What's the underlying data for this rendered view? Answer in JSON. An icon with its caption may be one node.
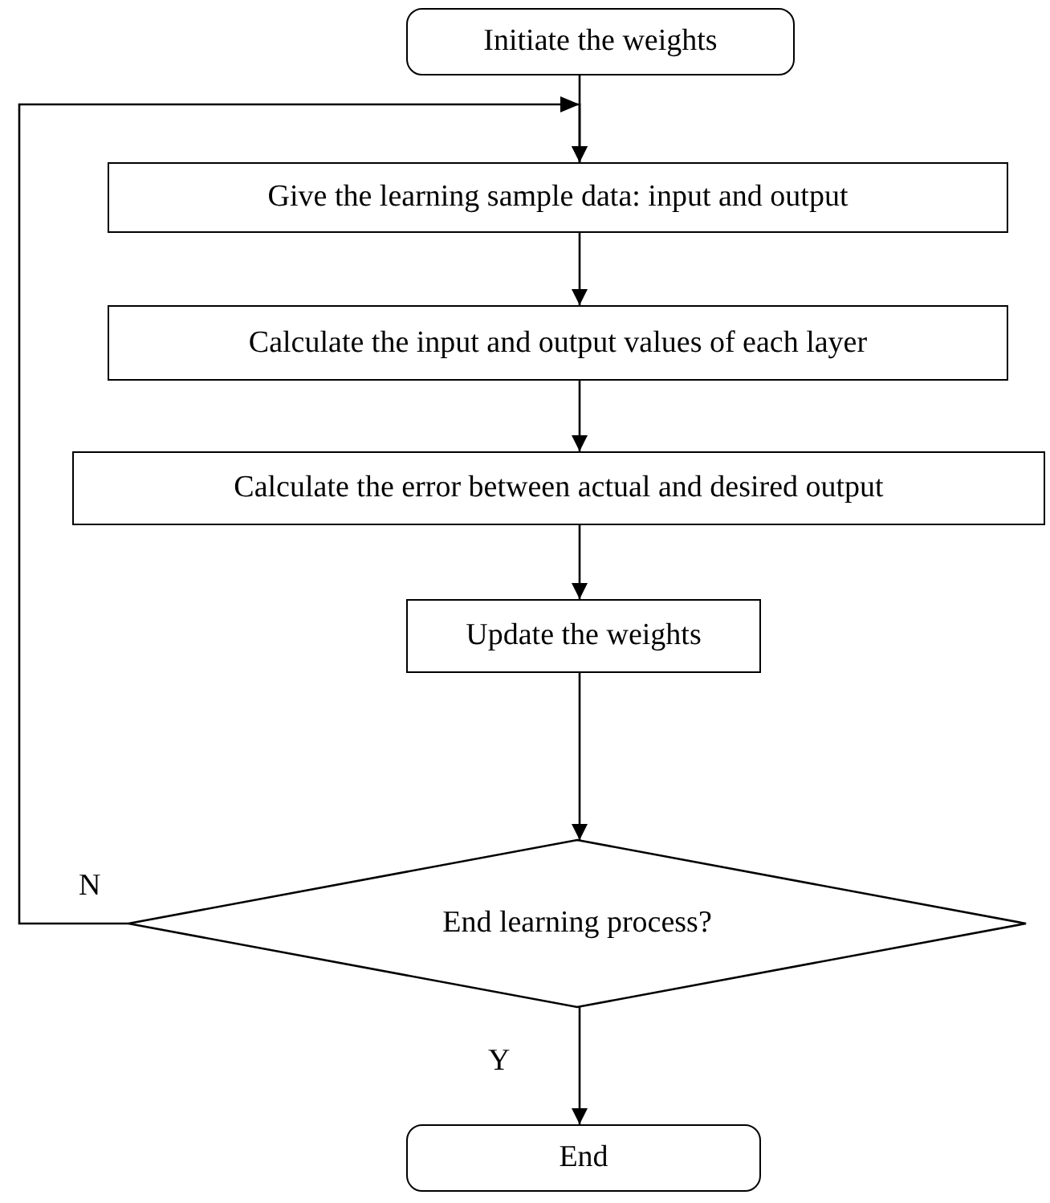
{
  "diagram": {
    "nodes": [
      {
        "text": [
          "Initiate the weights"
        ]
      },
      {
        "text": [
          "Give the learning sample data: input and output"
        ]
      },
      {
        "text": [
          "Calculate the input and output values of each layer"
        ]
      },
      {
        "text": [
          "Calculate the error between actual and desired output"
        ]
      },
      {
        "text": [
          "Update the weights"
        ]
      },
      {
        "text": [
          "End learning process?"
        ]
      },
      {
        "text": [
          "End"
        ]
      }
    ],
    "edges": [
      {
        "from": 0,
        "to": 1,
        "arrow": "to"
      },
      {
        "from": 1,
        "to": 2,
        "arrow": "to"
      },
      {
        "from": 2,
        "to": 3,
        "arrow": "to"
      },
      {
        "from": 3,
        "to": 4,
        "arrow": "to"
      },
      {
        "from": 4,
        "to": 5,
        "arrow": "to"
      },
      {
        "from": 5,
        "to": 1,
        "arrow": "to",
        "label": "N"
      },
      {
        "from": 5,
        "to": 6,
        "arrow": "to",
        "label": "Y"
      }
    ]
  }
}
